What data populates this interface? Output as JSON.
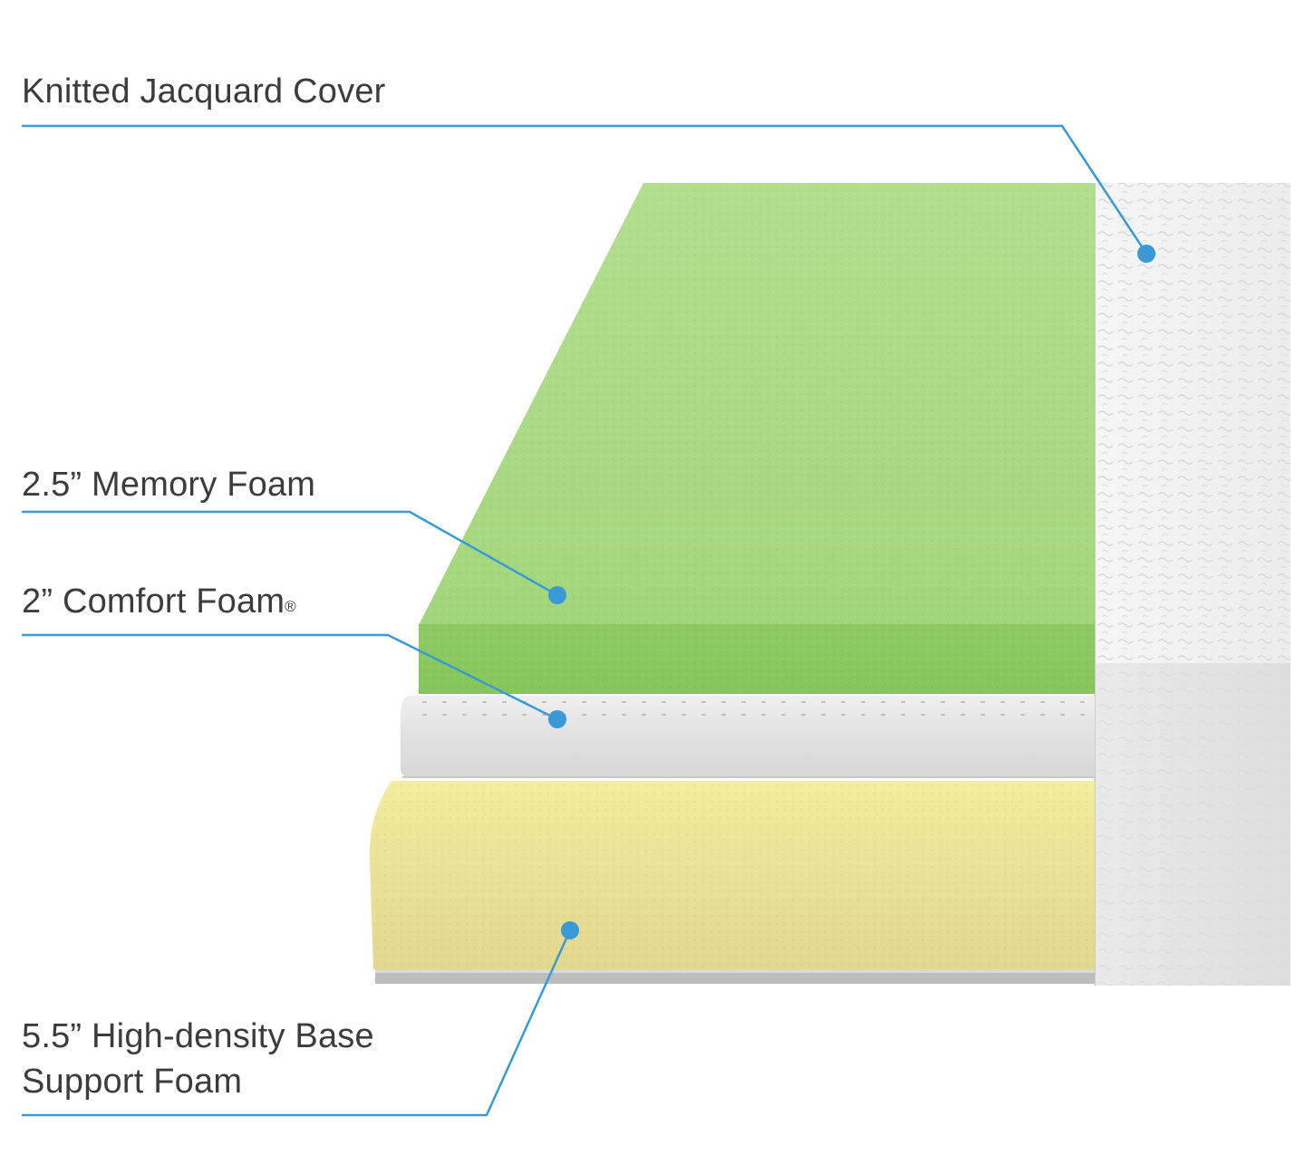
{
  "diagram": {
    "layers": [
      {
        "id": "cover",
        "label": "Knitted Jacquard Cover",
        "color": "#f2f2f2"
      },
      {
        "id": "memory",
        "label": "2.5” Memory Foam",
        "color": "#9fd47a"
      },
      {
        "id": "comfort",
        "label": "2” Comfort Foam",
        "mark": "®",
        "color": "#e4e4e4"
      },
      {
        "id": "base",
        "label_line1": "5.5” High-density Base",
        "label_line2": "Support Foam",
        "color": "#ece79c"
      }
    ],
    "callout_color": "#3a9ad8"
  }
}
